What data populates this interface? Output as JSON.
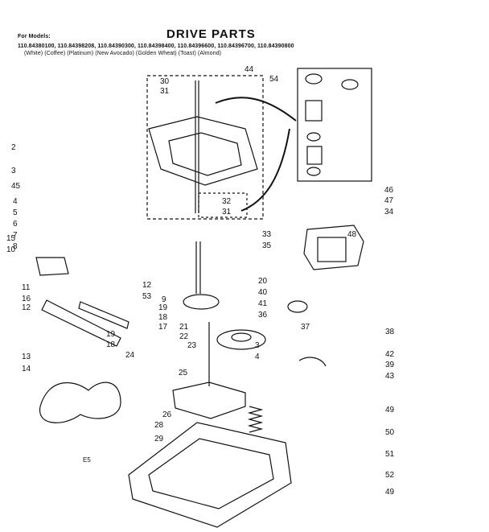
{
  "header": {
    "for_models": "For Models:",
    "models_line": "110.84380100, 110.84398208, 110.84390300, 110.84398400, 110.84396600, 110.84396700, 110.84390800",
    "colors_line": "(White)   (Coffee)   (Platinum)   (New Avocado) (Golden Wheat)   (Toast)   (Almond)",
    "title": "DRIVE PARTS"
  },
  "diagram": {
    "labels": [
      "44",
      "30",
      "31",
      "54",
      "2",
      "3",
      "45",
      "32",
      "31",
      "46",
      "47",
      "34",
      "4",
      "5",
      "6",
      "7",
      "8",
      "33",
      "35",
      "48",
      "15",
      "10",
      "20",
      "40",
      "11",
      "12",
      "53",
      "16",
      "41",
      "36",
      "12",
      "19",
      "18",
      "17",
      "9",
      "21",
      "22",
      "37",
      "38",
      "23",
      "3",
      "4",
      "18",
      "19",
      "24",
      "25",
      "42",
      "39",
      "13",
      "43",
      "14",
      "26",
      "49",
      "28",
      "50",
      "29",
      "51",
      "52",
      "49"
    ],
    "page_mark": "E5"
  }
}
